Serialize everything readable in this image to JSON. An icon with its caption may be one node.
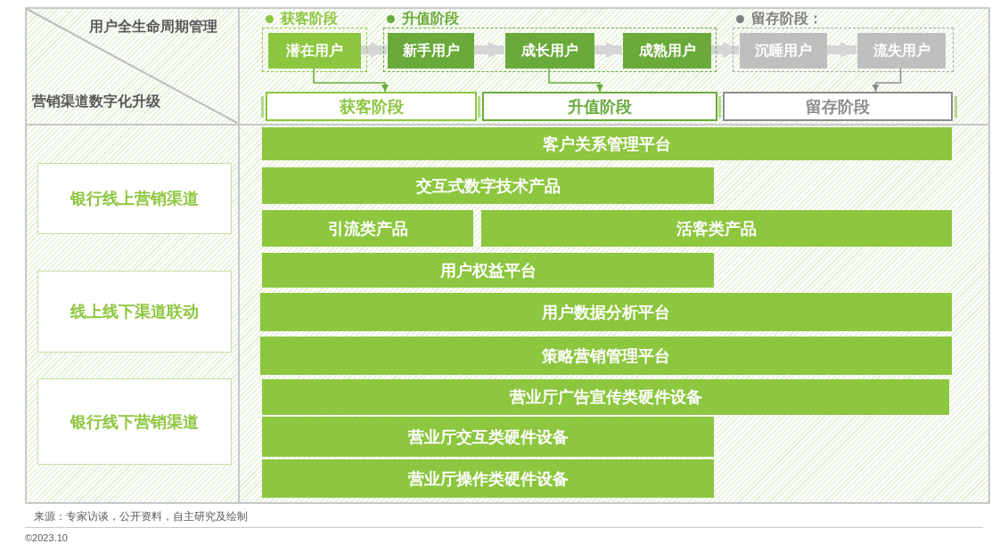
{
  "diagram": {
    "caption": "来源：专家访谈，公开资料，自主研究及绘制",
    "nodes": [
      {
        "text": [
          "获客阶段"
        ]
      },
      {
        "text": [
          "潜在用户"
        ],
        "in": 0
      },
      {
        "text": [
          "升值阶段"
        ]
      },
      {
        "text": [
          "新手用户"
        ],
        "in": 2
      },
      {
        "text": [
          "成长用户"
        ],
        "in": 2
      },
      {
        "text": [
          "成熟用户"
        ],
        "in": 2
      },
      {
        "text": [
          "留存阶段："
        ]
      },
      {
        "text": [
          "沉睡用户"
        ],
        "in": 6
      },
      {
        "text": [
          "流失用户"
        ],
        "in": 6
      },
      {
        "text": [
          "获客阶段"
        ]
      },
      {
        "text": [
          "升值阶段"
        ]
      },
      {
        "text": [
          "留存阶段"
        ]
      },
      {
        "text": [
          "银行线上营销渠道"
        ]
      },
      {
        "text": [
          "线上线下渠道联动"
        ]
      },
      {
        "text": [
          "银行线下营销渠道"
        ]
      },
      {
        "text": [
          "客户关系管理平台"
        ]
      },
      {
        "text": [
          "交互式数字技术产品"
        ]
      },
      {
        "text": [
          "引流类产品"
        ]
      },
      {
        "text": [
          "活客类产品"
        ]
      },
      {
        "text": [
          "用户权益平台"
        ]
      },
      {
        "text": [
          "用户数据分析平台"
        ]
      },
      {
        "text": [
          "策略营销管理平台"
        ]
      },
      {
        "text": [
          "营业厅广告宣传类硬件设备"
        ]
      },
      {
        "text": [
          "营业厅交互类硬件设备"
        ]
      },
      {
        "text": [
          "营业厅操作类硬件设备"
        ]
      }
    ],
    "edges": [
      {
        "from": 1,
        "to": 3,
        "arrow": "to"
      },
      {
        "from": 3,
        "to": 4,
        "arrow": "to"
      },
      {
        "from": 4,
        "to": 5,
        "arrow": "to"
      },
      {
        "from": 5,
        "to": 7,
        "arrow": "to"
      },
      {
        "from": 7,
        "to": 8,
        "arrow": "to"
      },
      {
        "from": 1,
        "to": 9,
        "arrow": "to",
        "color": "#6aaa3a"
      },
      {
        "from": 4,
        "to": 10,
        "arrow": "to",
        "color": "#6aaa3a"
      },
      {
        "from": 8,
        "to": 11,
        "arrow": "to",
        "color": "#8c8c8c"
      }
    ],
    "labels": [
      "用户全生命周期管理",
      "营销渠道数字化升级",
      "©2023.10"
    ]
  }
}
